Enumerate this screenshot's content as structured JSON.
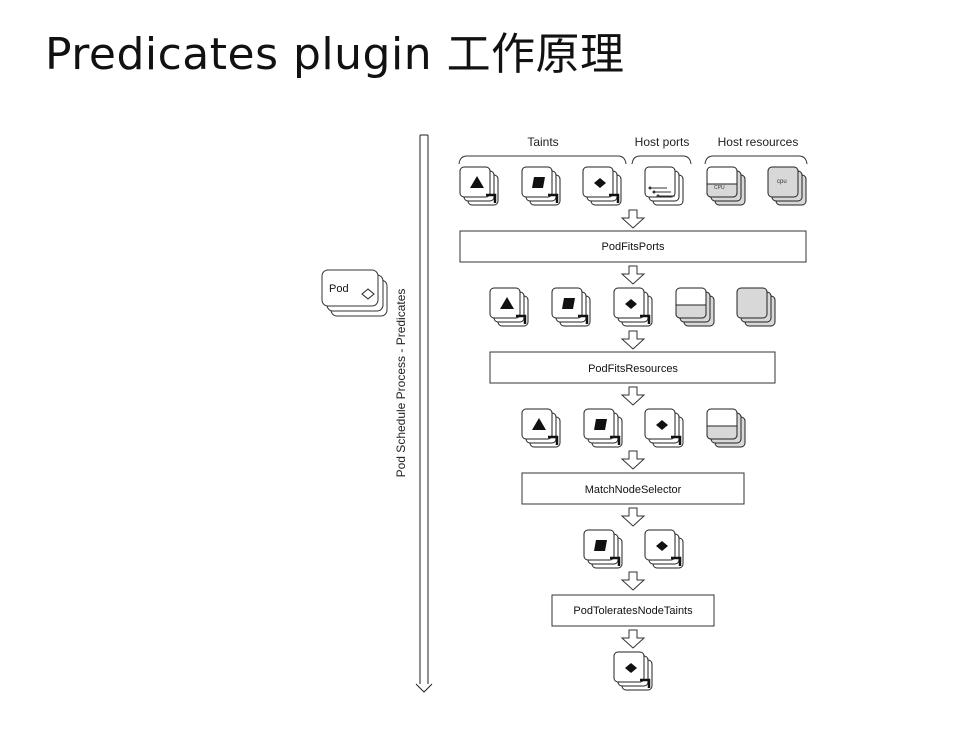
{
  "title": "Predicates plugin 工作原理",
  "diagram": {
    "pod_label": "Pod",
    "vertical_axis_label": "Pod Schedule Process - Predicates",
    "group_labels": {
      "taints": "Taints",
      "host_ports": "Host ports",
      "host_resources": "Host resources"
    },
    "resource_labels": {
      "upper": "CPU",
      "lower": "cpu"
    },
    "steps": [
      {
        "name": "PodFitsPorts"
      },
      {
        "name": "PodFitsResources"
      },
      {
        "name": "MatchNodeSelector"
      },
      {
        "name": "PodToleratesNodeTaints"
      }
    ],
    "node_rows": [
      {
        "stage": "input",
        "nodes": [
          "triangle",
          "square",
          "diamond",
          "ports",
          "resource-cpu-upper",
          "resource-cpu-lower"
        ]
      },
      {
        "stage": "after PodFitsPorts",
        "nodes": [
          "triangle",
          "square",
          "diamond",
          "resource",
          "resource"
        ]
      },
      {
        "stage": "after PodFitsResources",
        "nodes": [
          "triangle",
          "square",
          "diamond",
          "resource"
        ]
      },
      {
        "stage": "after MatchNodeSelector",
        "nodes": [
          "square",
          "diamond"
        ]
      },
      {
        "stage": "after PodToleratesNodeTaints",
        "nodes": [
          "diamond"
        ]
      }
    ]
  }
}
